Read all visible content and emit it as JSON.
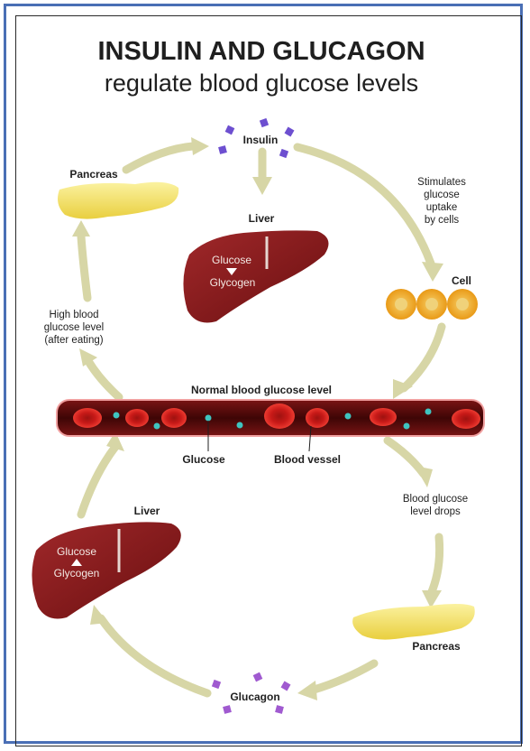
{
  "title": {
    "line1": "INSULIN AND GLUCAGON",
    "line2": "regulate blood glucose levels"
  },
  "labels": {
    "insulin": "Insulin",
    "glucagon": "Glucagon",
    "pancreas_top": "Pancreas",
    "pancreas_bottom": "Pancreas",
    "liver_top": "Liver",
    "liver_bottom": "Liver",
    "cell": "Cell",
    "normal_level": "Normal blood glucose level",
    "glucose": "Glucose",
    "blood_vessel": "Blood vessel",
    "stimulates": [
      "Stimulates",
      "glucose",
      "uptake",
      "by cells"
    ],
    "high_level": [
      "High blood",
      "glucose level",
      "(after eating)"
    ],
    "drops": [
      "Blood glucose",
      "level drops"
    ]
  },
  "liver_top_text": {
    "from": "Glucose",
    "to": "Glycogen"
  },
  "liver_bottom_text": {
    "from": "Glucose",
    "to": "Glycogen"
  },
  "colors": {
    "frame": "#4a6fb5",
    "arrow": "#d7d6a6",
    "liver": "#8b1a1a",
    "pancreas": "#f4e26a",
    "cell": "#f2b234",
    "vessel": "#5a0b0b",
    "red_cell": "#d8201e",
    "insulin": "#6d4fd0",
    "glucagon": "#a05ad0",
    "glucose_dot": "#3fc4c0"
  }
}
